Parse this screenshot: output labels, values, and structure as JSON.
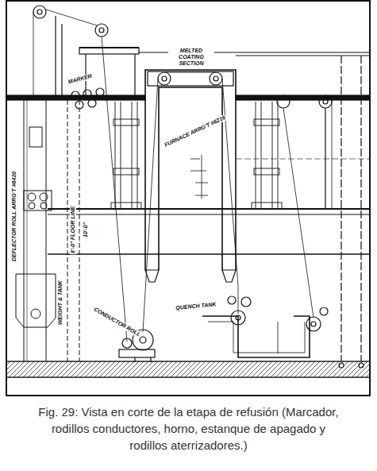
{
  "diagram": {
    "caption": "Fig. 29: Vista en corte de la etapa de refusión (Marcador, rodillos conductores, horno, estanque de apagado y rodillos aterrizadores.)",
    "labels": [
      "MELTED COATING SECTION",
      "MARKER",
      "FURNACE ARRG'T #6216",
      "QUENCH TANK",
      "CONDUCTOR ROLL",
      "DEFLECTOR ROLL ARRG'T #6420",
      "8'-0\" FLOOR LINE",
      "10'-0\"",
      "WEIGHT & TANK"
    ]
  }
}
